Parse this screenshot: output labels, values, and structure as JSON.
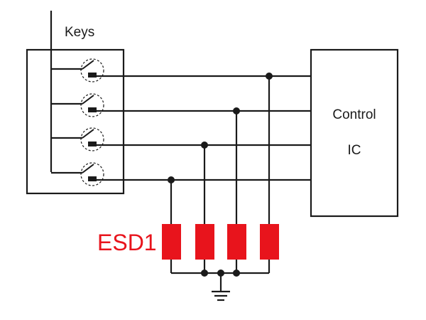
{
  "labels": {
    "keys": "Keys",
    "control_line1": "Control",
    "control_line2": "IC",
    "esd": "ESD1"
  },
  "colors": {
    "esd": "#e8141c",
    "line": "#1a1a1a"
  },
  "icons": {
    "key_switch": "push-button-switch-icon",
    "ground": "ground-symbol-icon"
  }
}
